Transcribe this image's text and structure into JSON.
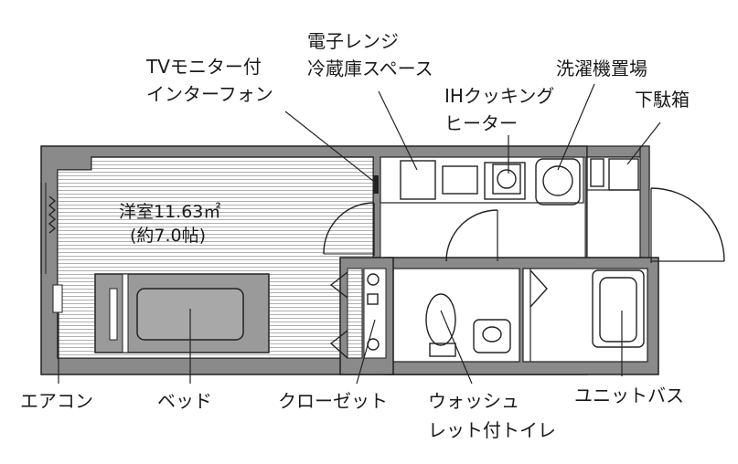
{
  "room": {
    "name_area": "洋室11.63㎡",
    "tatami": "(約7.0帖)"
  },
  "labels": {
    "microwave_line1": "電子レンジ",
    "microwave_line2": "冷蔵庫スペース",
    "tv_line1": "TVモニター付",
    "tv_line2": "インターフォン",
    "washer": "洗濯機置場",
    "ih_line1": "IHクッキング",
    "ih_line2": "ヒーター",
    "shoe": "下駄箱",
    "aircon": "エアコン",
    "bed": "ベッド",
    "closet": "クローゼット",
    "toilet_line1": "ウォッシュ",
    "toilet_line2": "レット付トイレ",
    "bath": "ユニットバス"
  },
  "colors": {
    "wall": "#8a8a8a",
    "floor_lines": "#b0b0b0",
    "ink": "#1a1a1a"
  }
}
